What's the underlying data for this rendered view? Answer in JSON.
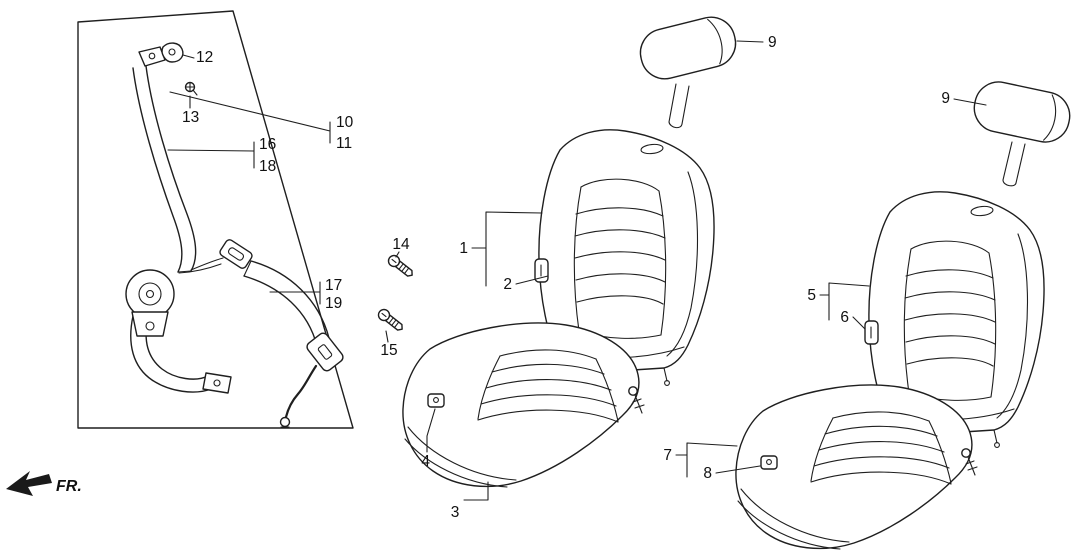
{
  "page": {
    "background_color": "#ffffff",
    "line_color": "#1f1f1f",
    "text_color": "#111111"
  },
  "fr_indicator": {
    "label": "FR.",
    "icon": "fr-direction-arrow"
  },
  "callouts": {
    "c1": "1",
    "c2": "2",
    "c3": "3",
    "c4": "4",
    "c5": "5",
    "c6": "6",
    "c7": "7",
    "c8": "8",
    "c9_center": "9",
    "c9_right": "9",
    "c10": "10",
    "c11": "11",
    "c12": "12",
    "c13": "13",
    "c14": "14",
    "c15": "15",
    "c16": "16",
    "c17": "17",
    "c18": "18",
    "c19": "19"
  }
}
